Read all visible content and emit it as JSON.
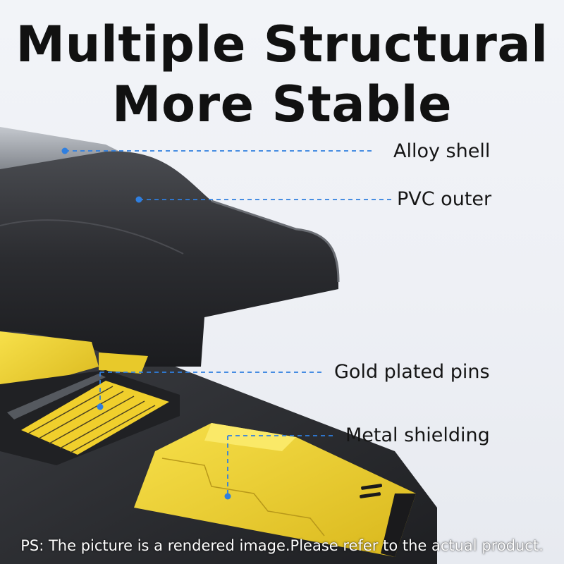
{
  "headline": {
    "line1": "Multiple Structural",
    "line2": "More Stable"
  },
  "callouts": [
    {
      "label": "Alloy shell"
    },
    {
      "label": "PVC outer"
    },
    {
      "label": "Gold plated pins"
    },
    {
      "label": "Metal shielding"
    }
  ],
  "footnote": "PS: The picture is a rendered image.Please refer to the actual product.",
  "colors": {
    "accent_line": "#2f7fe0",
    "gold": "#f2d230",
    "pvc": "#2a2b2e",
    "alloy": "#9ea3aa"
  }
}
